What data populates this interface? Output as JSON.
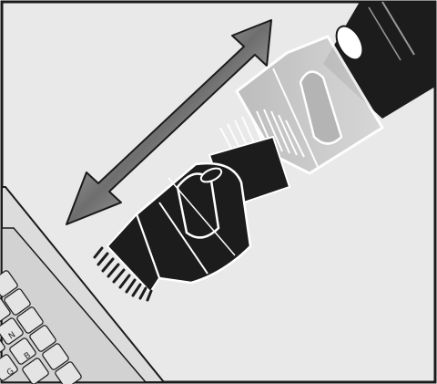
{
  "figure": {
    "description_free": true
  },
  "keyboard": {
    "keys": [
      "G",
      "B",
      "N"
    ]
  },
  "colors": {
    "background": "#e8e8e8",
    "frame": "#1a1a1a",
    "nozzle_dark": "#1c1c1c",
    "nozzle_ghost": "#c8c8c8",
    "highlight": "#ffffff",
    "arrow_light": "#f4f4f4",
    "arrow_dark": "#6e6e6e"
  },
  "icons": {
    "motion_arrow": "double-headed-arrow-icon",
    "brush_nozzle": "dusting-brush-icon",
    "laptop": "laptop-keyboard-icon"
  }
}
